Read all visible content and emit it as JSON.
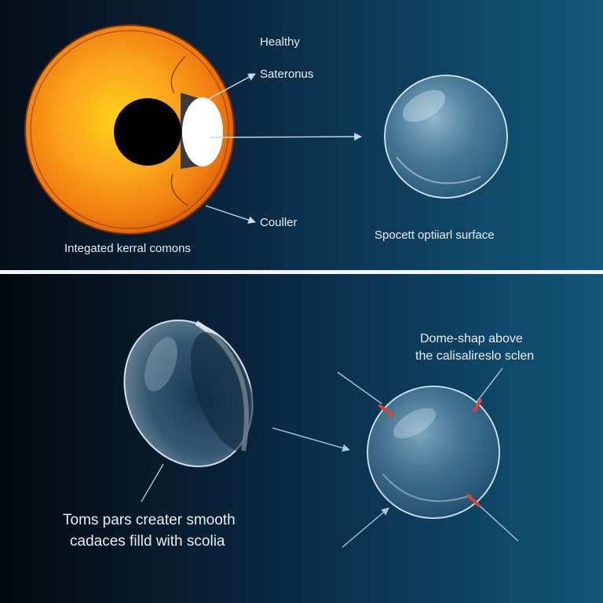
{
  "top_panel": {
    "labels": {
      "healthy": "Healthy",
      "sateronus": "Sateronus",
      "couller": "Couller",
      "integrated": "Integated kerral comons",
      "spocett": "Spocett optiiarl surface"
    }
  },
  "bottom_panel": {
    "labels": {
      "dome_line1": "Dome-shap above",
      "dome_line2": "the calisalireslo sclen",
      "toms_line1": "Toms pars creater smooth",
      "toms_line2": "cadaces filld with scolia"
    }
  },
  "colors": {
    "eye_orange": "#f28a12",
    "pupil": "#000000",
    "marker_red": "#e0402e",
    "arrow": "#9fc3d8"
  }
}
